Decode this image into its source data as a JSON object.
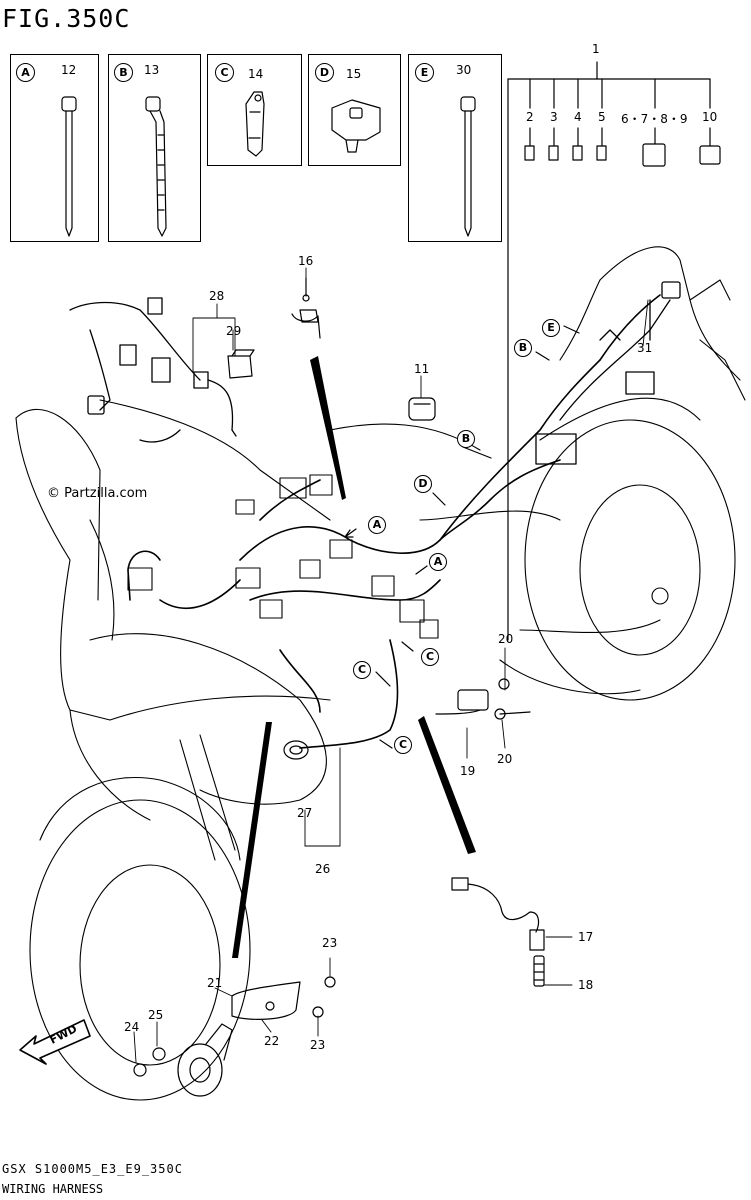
{
  "figure": {
    "title": "FIG.350C",
    "model_code": "GSX S1000M5_E3_E9_350C",
    "section_name": "WIRING HARNESS",
    "watermark": "© Partzilla.com",
    "fwd_label": "FWD"
  },
  "insets": [
    {
      "letter": "A",
      "part": "12"
    },
    {
      "letter": "B",
      "part": "13"
    },
    {
      "letter": "C",
      "part": "14"
    },
    {
      "letter": "D",
      "part": "15"
    },
    {
      "letter": "E",
      "part": "30"
    }
  ],
  "fuse_group": {
    "parent": "1",
    "parts": [
      "2",
      "3",
      "4",
      "5",
      "6・7・8・9",
      "10"
    ]
  },
  "parts": {
    "p11": "11",
    "p16": "16",
    "p17": "17",
    "p18": "18",
    "p19": "19",
    "p20a": "20",
    "p20b": "20",
    "p21": "21",
    "p22": "22",
    "p23a": "23",
    "p23b": "23",
    "p24": "24",
    "p25": "25",
    "p26": "26",
    "p27": "27",
    "p28": "28",
    "p29": "29",
    "p31": "31"
  },
  "callouts": {
    "a1": "A",
    "a2": "A",
    "b1": "B",
    "b2": "B",
    "c1": "C",
    "c2": "C",
    "c3": "C",
    "d1": "D",
    "e1": "E"
  }
}
